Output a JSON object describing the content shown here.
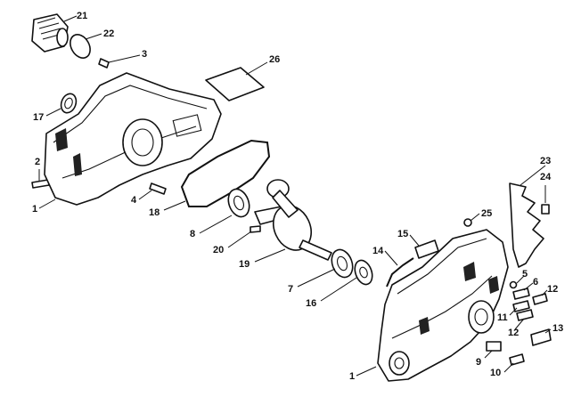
{
  "callouts": {
    "c21": "21",
    "c22": "22",
    "c3": "3",
    "c26": "26",
    "c17": "17",
    "c2": "2",
    "c1a": "1",
    "c4": "4",
    "c18": "18",
    "c8": "8",
    "c20": "20",
    "c19": "19",
    "c7": "7",
    "c16": "16",
    "c14": "14",
    "c15": "15",
    "c25": "25",
    "c23": "23",
    "c24": "24",
    "c5": "5",
    "c6": "6",
    "c12a": "12",
    "c11": "11",
    "c12b": "12",
    "c13": "13",
    "c9": "9",
    "c10": "10",
    "c1b": "1"
  },
  "colors": {
    "line": "#111111",
    "background": "#ffffff"
  }
}
